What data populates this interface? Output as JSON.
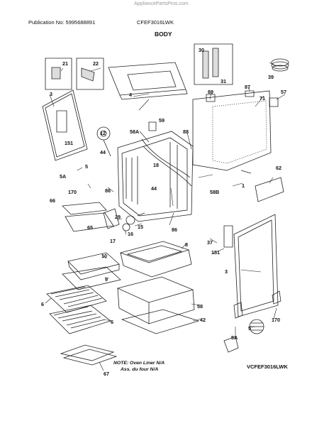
{
  "watermark": "AppliancePartsPros.com",
  "header": {
    "publication": "Publication No: 5995688891",
    "model": "CFEF3016LWK",
    "section": "BODY"
  },
  "sheet_code": "VCFEF3016LWK",
  "note": {
    "line1": "NOTE: Oven Liner N/A",
    "line2": "Ass. du four N/A"
  },
  "callouts": [
    "21",
    "22",
    "30",
    "31",
    "39",
    "4",
    "3",
    "151",
    "89",
    "87",
    "71",
    "57",
    "59",
    "12",
    "58A",
    "88",
    "44",
    "5",
    "5A",
    "18",
    "62",
    "170",
    "86",
    "44",
    "58B",
    "1",
    "66",
    "29",
    "15",
    "16",
    "17",
    "86",
    "65",
    "8",
    "37",
    "151",
    "3",
    "10",
    "9",
    "6",
    "6",
    "58",
    "42",
    "5A",
    "5",
    "170",
    "67"
  ],
  "lines": {
    "color": "#222222"
  }
}
